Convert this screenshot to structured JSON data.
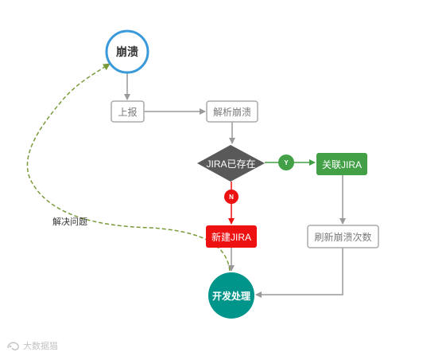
{
  "nodes": {
    "start": "崩溃",
    "report": "上报",
    "parse": "解析崩溃",
    "exists": "JIRA已存在",
    "associate": "关联JIRA",
    "create": "新建JIRA",
    "refresh": "刷新崩溃次数",
    "develop": "开发处理"
  },
  "branches": {
    "yes": "Y",
    "no": "N"
  },
  "edges": {
    "resolve": "解决问题"
  },
  "watermark": {
    "text": "大数据猫",
    "icon": "logo-icon"
  },
  "colors": {
    "start_ring": "#3a9ad9",
    "box_border": "#aaaaaa",
    "decision_fill": "#595959",
    "associate_fill": "#43a047",
    "create_fill": "#ee1111",
    "develop_fill": "#00958a",
    "yes_path": "#43a047",
    "no_path": "#ee1111",
    "resolve_path": "#7a9a3a"
  }
}
